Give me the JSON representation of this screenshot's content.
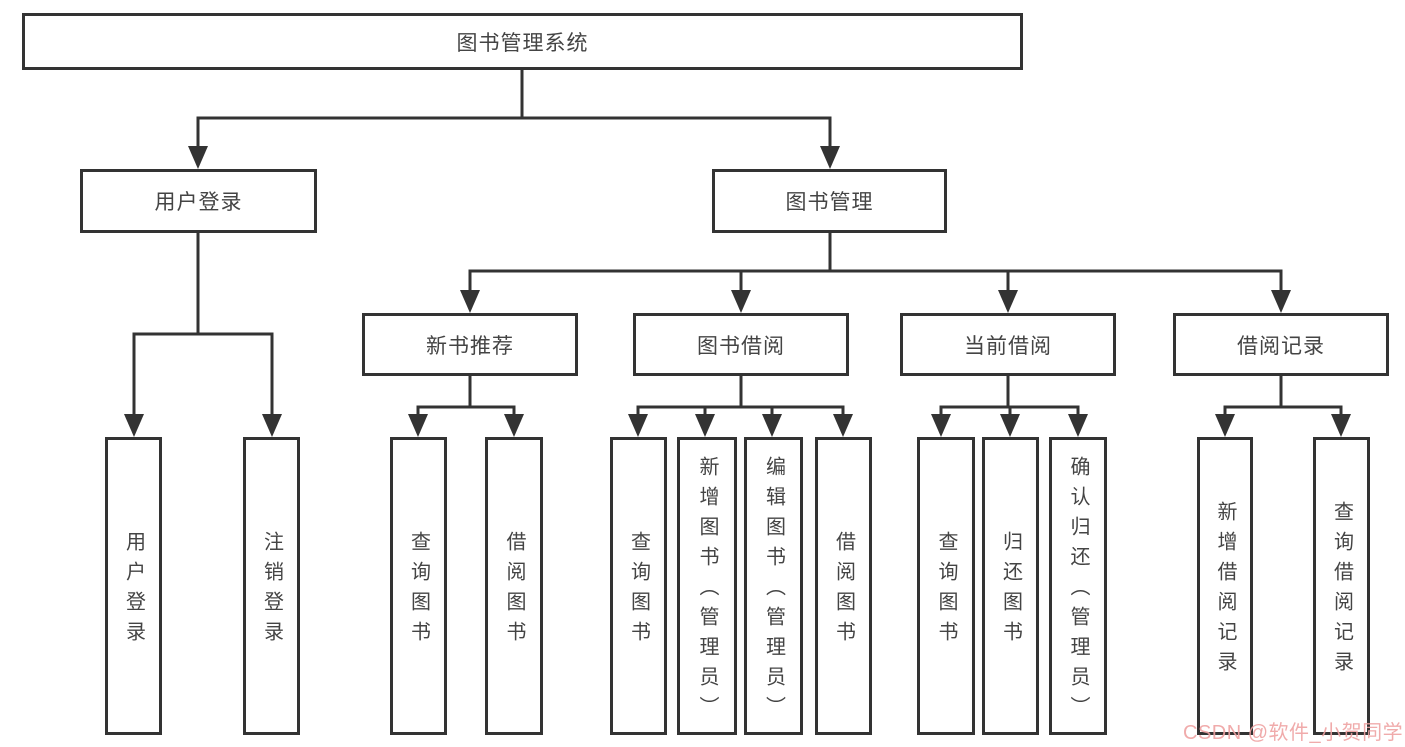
{
  "tree": {
    "label": "图书管理系统",
    "children": [
      {
        "label": "用户登录",
        "children": [
          {
            "label": "用户登录"
          },
          {
            "label": "注销登录"
          }
        ]
      },
      {
        "label": "图书管理",
        "children": [
          {
            "label": "新书推荐",
            "children": [
              {
                "label": "查询图书"
              },
              {
                "label": "借阅图书"
              }
            ]
          },
          {
            "label": "图书借阅",
            "children": [
              {
                "label": "查询图书"
              },
              {
                "label": "新增图书（管理员）"
              },
              {
                "label": "编辑图书（管理员）"
              },
              {
                "label": "借阅图书"
              }
            ]
          },
          {
            "label": "当前借阅",
            "children": [
              {
                "label": "查询图书"
              },
              {
                "label": "归还图书"
              },
              {
                "label": "确认归还（管理员）"
              }
            ]
          },
          {
            "label": "借阅记录",
            "children": [
              {
                "label": "新增借阅记录"
              },
              {
                "label": "查询借阅记录"
              }
            ]
          }
        ]
      }
    ]
  },
  "watermark": {
    "text": "CSDN @软件_小贺同学"
  },
  "colors": {
    "line": "#333333",
    "box_border": "#333333",
    "box_fill": "#ffffff",
    "text": "#444444",
    "watermark": "#efa2a2"
  }
}
